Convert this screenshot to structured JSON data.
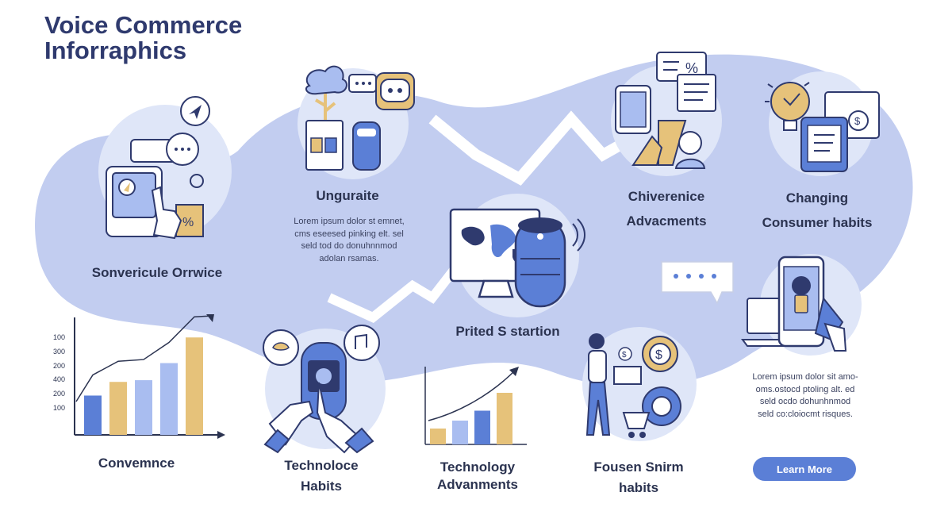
{
  "title": {
    "line1": "Voice Commerce",
    "line2": "Inforraphics"
  },
  "labels": {
    "sonvericule": "Sonvericule Orrwice",
    "unguraite": "Unguraite",
    "chiverenice_l1": "Chiverenice",
    "chiverenice_l2": "Advacments",
    "changing_l1": "Changing",
    "changing_l2": "Consumer habits",
    "prited": "Prited S startion",
    "convemnce": "Convemnce",
    "technoloce_l1": "Technoloce",
    "technoloce_l2": "Habits",
    "techadv_l1": "Technology",
    "techadv_l2": "Advanments",
    "fousen_l1": "Fousen Snirm",
    "fousen_l2": "habits"
  },
  "texts": {
    "unguraite_body": [
      "Lorem ipsum dolor st emnet,",
      "cms eseesed pinking elt. sel",
      "seld tod do donuhnnmod",
      "adolan rsamas."
    ],
    "right_body": [
      "Lorem ipsum dolor sit amo-",
      "oms.ostocd ptoling alt. ed",
      "seld ocdo dohunhnmod",
      "seld co:cloiocmt risques."
    ]
  },
  "button": {
    "learn_more": "Learn More"
  },
  "icons": {
    "thumb_percent_box": "%",
    "chat_percent": "%",
    "coin_dollar": "$",
    "gear_dollar": "$",
    "small_dollar": "$",
    "phone_dollar": "$",
    "cards_dollar": "$"
  },
  "colors": {
    "blob": "#c2cdf0",
    "accent": "#5b7fd6",
    "navy": "#2f3a6e",
    "gold": "#e6c27a",
    "light_blue": "#a9bdf0"
  },
  "chart_data": [
    {
      "type": "bar",
      "y_ticks": [
        "100",
        "300",
        "200",
        "400",
        "200",
        "100"
      ],
      "values": [
        230,
        310,
        320,
        420,
        570
      ],
      "ylim": [
        0,
        650
      ],
      "grid": false,
      "trend_arrow": true
    },
    {
      "type": "bar",
      "values": [
        40,
        60,
        85,
        130
      ],
      "ylim": [
        0,
        180
      ],
      "grid": false,
      "trend_arrow": true
    }
  ]
}
